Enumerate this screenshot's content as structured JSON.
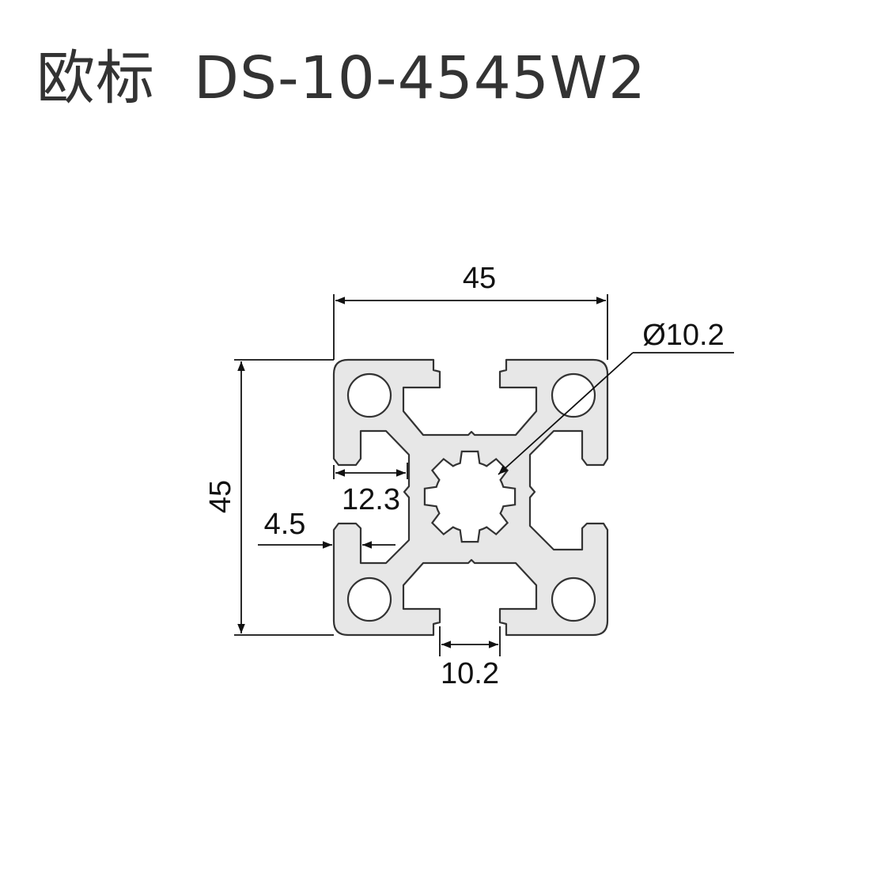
{
  "title": "欧标  DS-10-4545W2",
  "dimensions": {
    "width": "45",
    "height": "45",
    "center_bore_diameter": "Ø10.2",
    "slot_depth": "12.3",
    "lip_thickness": "4.5",
    "slot_width": "10.2"
  },
  "colors": {
    "profile_fill": "#e7e7e7",
    "outline": "#333333",
    "title_text": "#333333"
  }
}
